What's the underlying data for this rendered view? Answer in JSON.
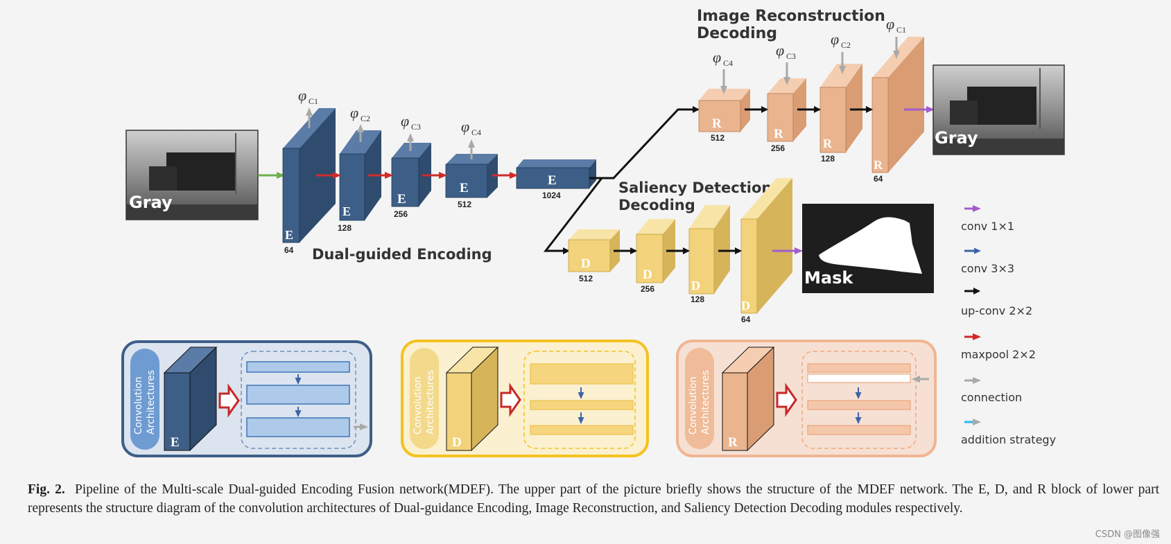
{
  "titles": {
    "image_reconstruction": [
      "Image Reconstruction",
      "Decoding"
    ],
    "saliency_detection": [
      "Saliency Detection",
      "Decoding"
    ],
    "dual_guided_encoding": "Dual-guided Encoding"
  },
  "images": {
    "input_label": "Gray",
    "output_gray_label": "Gray",
    "mask_label": "Mask"
  },
  "blocks": {
    "encoder_letter": "E",
    "decoder_letter": "D",
    "reconstruction_letter": "R"
  },
  "encoder_channels": [
    "64",
    "128",
    "256",
    "512",
    "1024"
  ],
  "saliency_channels": [
    "512",
    "256",
    "128",
    "64"
  ],
  "reconstruction_channels": [
    "512",
    "256",
    "128",
    "64"
  ],
  "phi": {
    "symbol": "φ",
    "encoder": [
      "C1",
      "C2",
      "C3",
      "C4"
    ],
    "reconstruction": [
      "C4",
      "C3",
      "C2",
      "C1"
    ]
  },
  "legend": [
    {
      "label": "conv 1×1",
      "color": "#a25ccd"
    },
    {
      "label": "conv 3×3",
      "color": "#3f62a8"
    },
    {
      "label": "up-conv 2×2",
      "color": "#111111"
    },
    {
      "label": "maxpool 2×2",
      "color": "#d12a2a"
    },
    {
      "label": "connection",
      "color": "#a9a9a9"
    },
    {
      "label": "addition strategy",
      "color": "#2bb5ee"
    }
  ],
  "modules": {
    "label_line1": "Convolution",
    "label_line2": "Architectures"
  },
  "colors": {
    "encoder": "#3d5f87",
    "decoder": "#f2d27a",
    "reconstruction": "#eab48e"
  },
  "caption": {
    "fig": "Fig. 2.",
    "text": "Pipeline of the Multi-scale Dual-guided Encoding Fusion network(MDEF). The upper part of the picture briefly shows the structure of the MDEF network. The E, D, and R block of lower part represents the structure diagram of the convolution architectures of Dual-guidance Encoding, Image Reconstruction, and Saliency Detection Decoding modules respectively."
  },
  "watermark": "CSDN @图像强"
}
